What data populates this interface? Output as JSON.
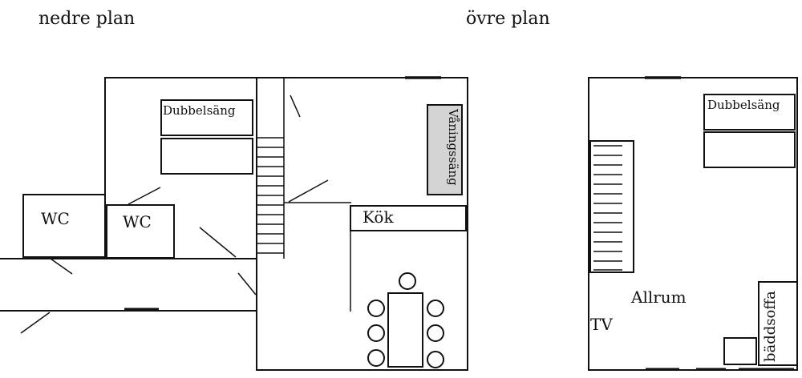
{
  "labels": {
    "lower_plan": "nedre plan",
    "upper_plan": "övre plan"
  },
  "lower": {
    "bed_double": "Dubbelsäng",
    "wc_left": "WC",
    "wc_right": "WC",
    "bunk_bed": "Våningssäng",
    "kitchen": "Kök"
  },
  "upper": {
    "bed_double": "Dubbelsäng",
    "living_room": "Allrum",
    "tv": "TV",
    "sofa_bed": "bäddsoffa"
  },
  "colors": {
    "line": "#111111",
    "bunk_fill": "#d4d4d4",
    "background": "#ffffff"
  }
}
